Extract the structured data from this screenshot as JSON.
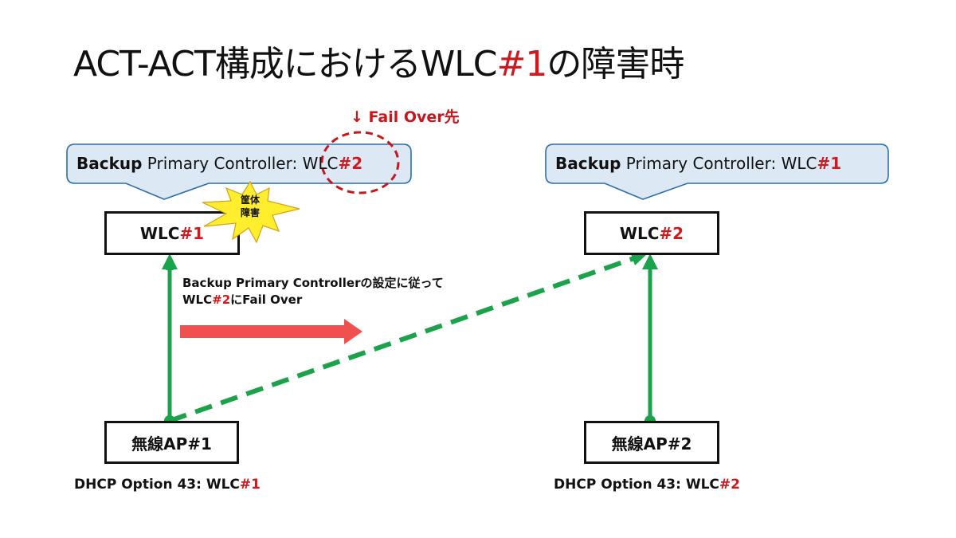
{
  "slide": {
    "title_prefix": "ACT-ACT構成におけるWLC",
    "title_highlight": "#1",
    "title_suffix": "の障害時"
  },
  "colors": {
    "highlight_red": "#d0191e",
    "callout_fill": "#dce9f5",
    "callout_stroke": "#2e6ea6",
    "connection_green": "#1aa34a",
    "flow_arrow_red": "#f0504f",
    "burst_yellow": "#ffee2e"
  },
  "failover_label": {
    "arrow": "↓",
    "text": "Fail Over先"
  },
  "callouts": [
    {
      "bold": "Backup",
      "text": " Primary Controller: ",
      "target_prefix": "WLC",
      "target_highlight": "#2",
      "circled": true
    },
    {
      "bold": "Backup",
      "text": " Primary Controller: ",
      "target_prefix": "WLC",
      "target_highlight": "#1",
      "circled": false
    }
  ],
  "controllers": [
    {
      "prefix": "WLC",
      "highlight": "#1",
      "status": "failed"
    },
    {
      "prefix": "WLC",
      "highlight": "#2",
      "status": "active"
    }
  ],
  "failure_burst": {
    "line1": "筐体",
    "line2": "障害"
  },
  "access_points": [
    {
      "label": "無線AP#1",
      "dhcp_prefix": "DHCP Option 43: WLC",
      "dhcp_highlight": "#1"
    },
    {
      "label": "無線AP#2",
      "dhcp_prefix": "DHCP Option 43: WLC",
      "dhcp_highlight": "#2"
    }
  ],
  "failover_note": {
    "line1": "Backup Primary Controllerの設定に従って",
    "line2_prefix": "WLC",
    "line2_highlight": "#2",
    "line2_suffix": "にFail Over"
  },
  "connections": [
    {
      "from": "無線AP#1",
      "to": "WLC#1",
      "style": "solid"
    },
    {
      "from": "無線AP#1",
      "to": "WLC#2",
      "style": "dashed"
    },
    {
      "from": "無線AP#2",
      "to": "WLC#2",
      "style": "solid"
    }
  ]
}
